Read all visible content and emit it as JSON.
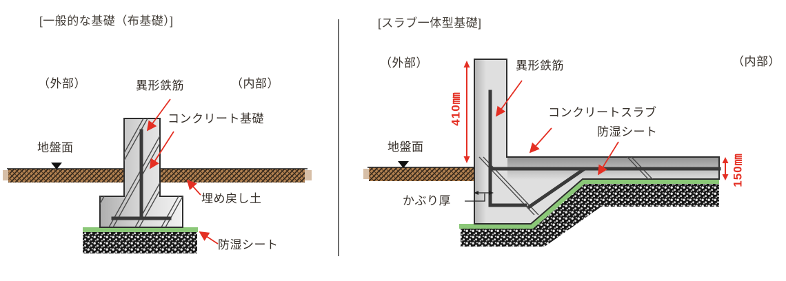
{
  "left": {
    "title": "[一般的な基礎（布基礎）]",
    "exterior": "（外部）",
    "rebar": "異形鉄筋",
    "interior": "（内部）",
    "concrete": "コンクリート基礎",
    "ground": "地盤面",
    "backfill": "埋め戻し土",
    "sheet": "防湿シート"
  },
  "right": {
    "title": "[スラブ一体型基礎]",
    "exterior": "（外部）",
    "rebar": "異形鉄筋",
    "interior": "（内部）",
    "slab": "コンクリートスラブ",
    "sheet": "防湿シート",
    "ground": "地盤面",
    "cover": "かぶり厚",
    "dim_wall_height": "410㎜",
    "dim_slab_thickness": "150㎜"
  },
  "colors": {
    "annotation_red": "#e42f23",
    "moisture_sheet_green": "#8bc878",
    "soil_brown": "#b08050",
    "concrete_gray": "#dfdfdf",
    "outline_dark": "#2e2e2e"
  }
}
